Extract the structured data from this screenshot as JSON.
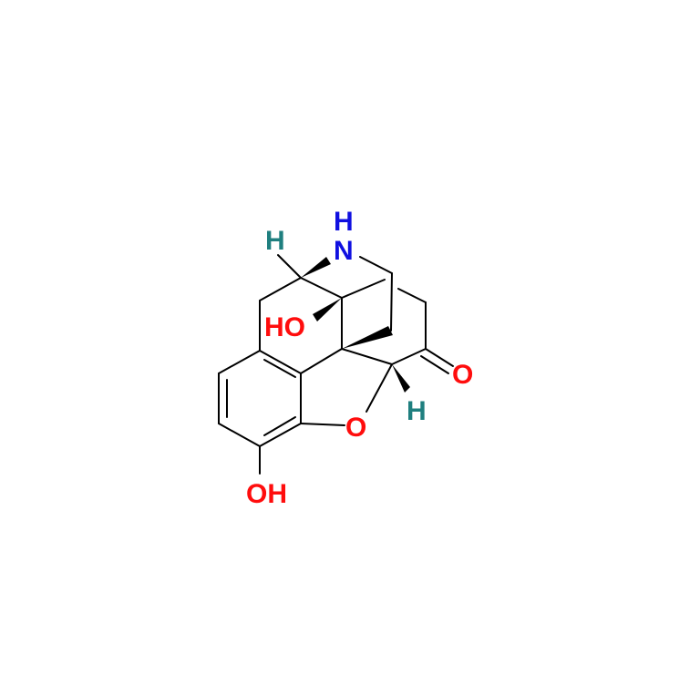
{
  "molecule": {
    "labels": {
      "h_top": "H",
      "nh_h": "H",
      "nh_n": "N",
      "ho_mid": "HO",
      "ketone_o": "O",
      "h_right": "H",
      "ether_o": "O",
      "phenol_oh": "OH"
    },
    "colors": {
      "bond": "#000000",
      "oxygen": "#ff0d0d",
      "nitrogen": "#1010e0",
      "hydrogen": "#1f7f7f"
    }
  }
}
